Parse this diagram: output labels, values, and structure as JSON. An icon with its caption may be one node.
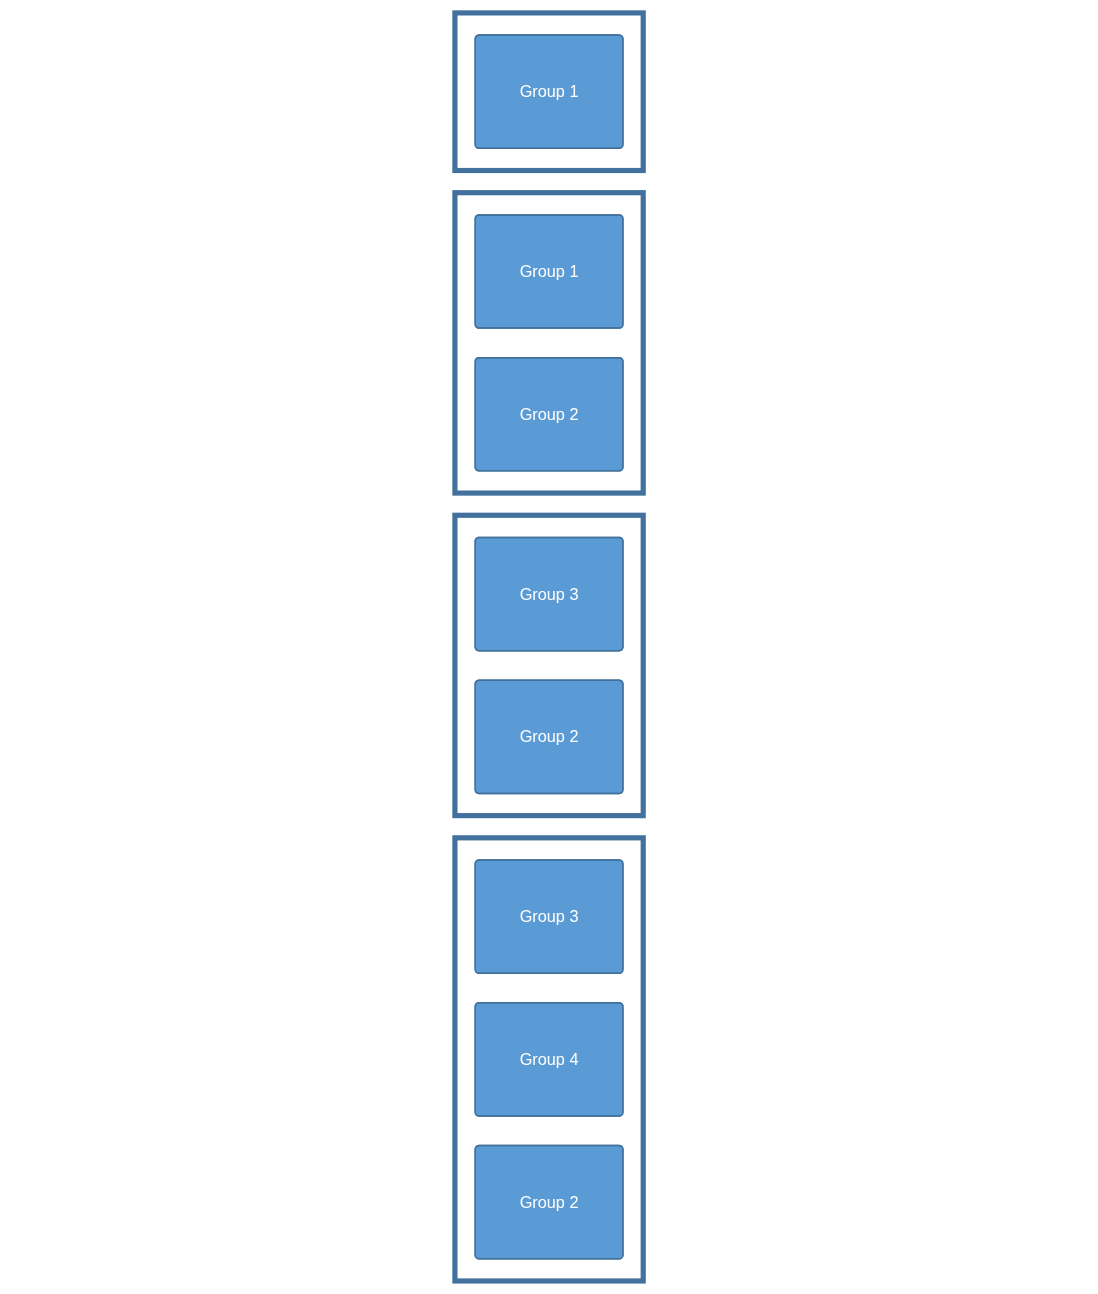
{
  "diagram": {
    "nodes": [
      {
        "text": [],
        "shape": "box"
      },
      {
        "text": [
          "Group 1"
        ],
        "in": 0
      },
      {
        "text": [],
        "shape": "box"
      },
      {
        "text": [
          "Group 1"
        ],
        "in": 2
      },
      {
        "text": [
          "Group 2"
        ],
        "in": 2
      },
      {
        "text": [],
        "shape": "box"
      },
      {
        "text": [
          "Group 3"
        ],
        "in": 5
      },
      {
        "text": [
          "Group 2"
        ],
        "in": 5
      },
      {
        "text": [],
        "shape": "box"
      },
      {
        "text": [
          "Group 3"
        ],
        "in": 8
      },
      {
        "text": [
          "Group 4"
        ],
        "in": 8
      },
      {
        "text": [
          "Group 2"
        ],
        "in": 8
      }
    ]
  }
}
